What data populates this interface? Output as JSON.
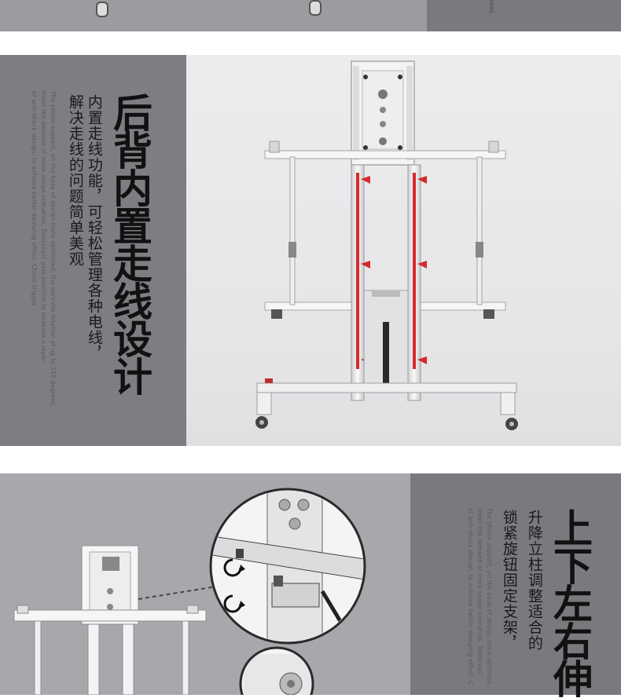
{
  "section1": {
    "title": "后背内置走线设计",
    "desc_line1": "内置走线功能，可轻松管理各种电线，",
    "desc_line2": "解决走线的问题简单美观",
    "small_col1": "The phone support, on the base of design more optimized, the sprindle rotation of up to 210 degrees,",
    "small_col2": "meet the demand of more usage scenarios. Telescopic pole position to increase a layer",
    "small_col3": "of anti-shock design, to achieve better damping effect. Chuck trigger"
  },
  "section2": {
    "title": "上下左右伸",
    "desc_line1": "升降立柱调整适合的",
    "desc_line2": "锁紧旋钮固定支架，",
    "small_col1": "The phone support, on the base of design more optimize",
    "small_col2": "meet the demand of more usage scenarios. Telescopi",
    "small_col3": "of anti-shock design, to achieve better damping effect. C"
  },
  "top_strip": {
    "small_text": "rees."
  },
  "colors": {
    "dark_panel": "#7e7d82",
    "light_panel": "#e8e8ea",
    "accent_red": "#d42a2a"
  }
}
